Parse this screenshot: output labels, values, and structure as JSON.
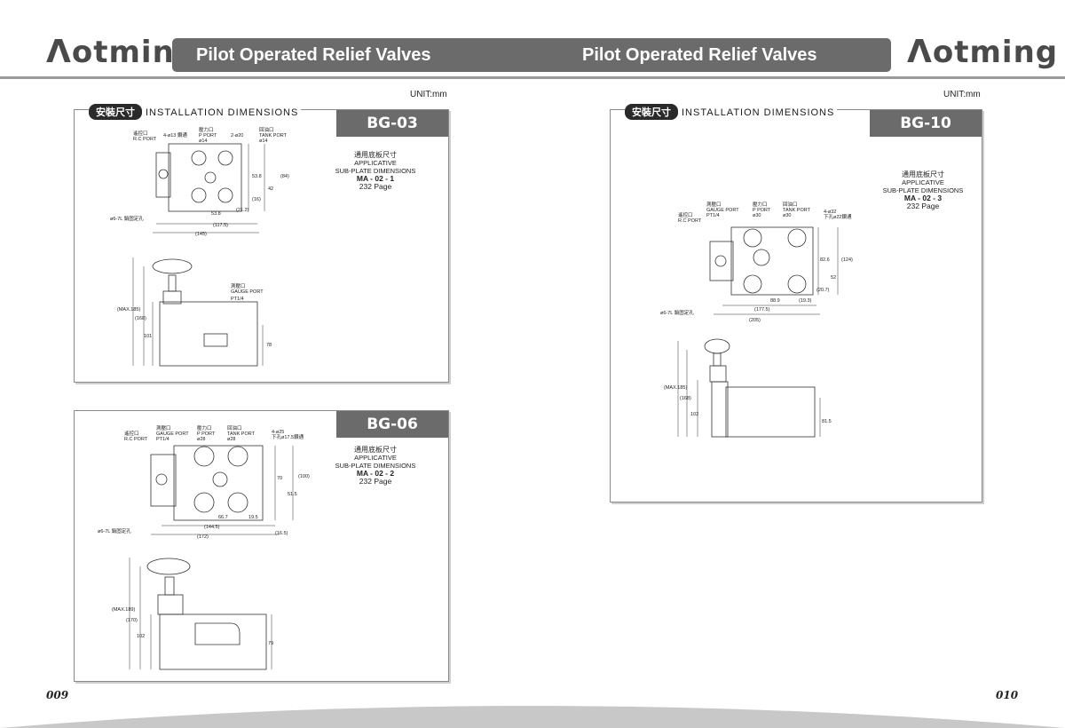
{
  "header": {
    "brand": "otming",
    "brand_prefix": "Λ",
    "title_left": "Pilot Operated Relief Valves",
    "title_right": "Pilot Operated Relief Valves"
  },
  "unit": "UNIT:mm",
  "section": {
    "zh": "安裝尺寸",
    "en": "INSTALLATION DIMENSIONS"
  },
  "subplate": {
    "zh": "通用底板尺寸",
    "en1": "APPLICATIVE",
    "en2": "SUB-PLATE DIMENSIONS",
    "page": "232 Page"
  },
  "panels": {
    "bg03": {
      "model": "BG-03",
      "subplate_model": "MA - 02 - 1",
      "labels": {
        "rc_port_zh": "遙控口",
        "rc_port": "R.C PORT",
        "p_port_zh": "壓力口",
        "p_port": "P PORT",
        "p_dia": "ø14",
        "t_port_zh": "回油口",
        "t_port": "TANK PORT",
        "t_dia": "ø14",
        "bolt": "4-ø13 鑽通",
        "bolt2": "2-ø20",
        "gauge_zh": "測壓口",
        "gauge": "GAUGE PORT",
        "gauge_thread": "PT1/4",
        "pin": "ø6-7L 銷固定孔"
      },
      "dims": [
        "53.8",
        "(117.5)",
        "(145)",
        "(21.2)",
        "53.8",
        "42",
        "(84)",
        "(16)",
        "(MAX.185)",
        "(168)",
        "101",
        "78"
      ]
    },
    "bg06": {
      "model": "BG-06",
      "subplate_model": "MA - 02 - 2",
      "labels": {
        "rc_port_zh": "遙控口",
        "rc_port": "R.C PORT",
        "gauge_zh": "測壓口",
        "gauge": "GAUGE PORT",
        "gauge_thread": "PT1/4",
        "p_port_zh": "壓力口",
        "p_port": "P PORT",
        "p_dia": "ø28",
        "t_port_zh": "回油口",
        "t_port": "TANK PORT",
        "t_dia": "ø28",
        "bolt": "4-ø25",
        "bolt2": "下孔ø17.5鑽通",
        "pin": "ø6-7L 銷固定孔"
      },
      "dims": [
        "66.7",
        "19.5",
        "(144.5)",
        "(172)",
        "70",
        "51.5",
        "(100)",
        "(16.5)",
        "(MAX.189)",
        "(170)",
        "102",
        "79"
      ]
    },
    "bg10": {
      "model": "BG-10",
      "subplate_model": "MA - 02 - 3",
      "labels": {
        "rc_port_zh": "遙控口",
        "rc_port": "R.C PORT",
        "gauge_zh": "測壓口",
        "gauge": "GAUGE PORT",
        "gauge_thread": "PT1/4",
        "p_port_zh": "壓力口",
        "p_port": "P PORT",
        "p_dia": "ø30",
        "t_port_zh": "回油口",
        "t_port": "TANK PORT",
        "t_dia": "ø30",
        "bolt": "4-ø32",
        "bolt2": "下孔ø22鑽通",
        "pin": "ø6-7L 銷固定孔"
      },
      "dims": [
        "88.9",
        "(19.3)",
        "(177.5)",
        "(205)",
        "82.6",
        "52",
        "(124)",
        "(20.7)",
        "(MAX.185)",
        "(168)",
        "102",
        "81.5"
      ]
    }
  },
  "pages": {
    "left": "009",
    "right": "010"
  },
  "colors": {
    "bar": "#6b6b6b",
    "rule": "#9a9a9a",
    "logo": "#4a4a4a"
  }
}
